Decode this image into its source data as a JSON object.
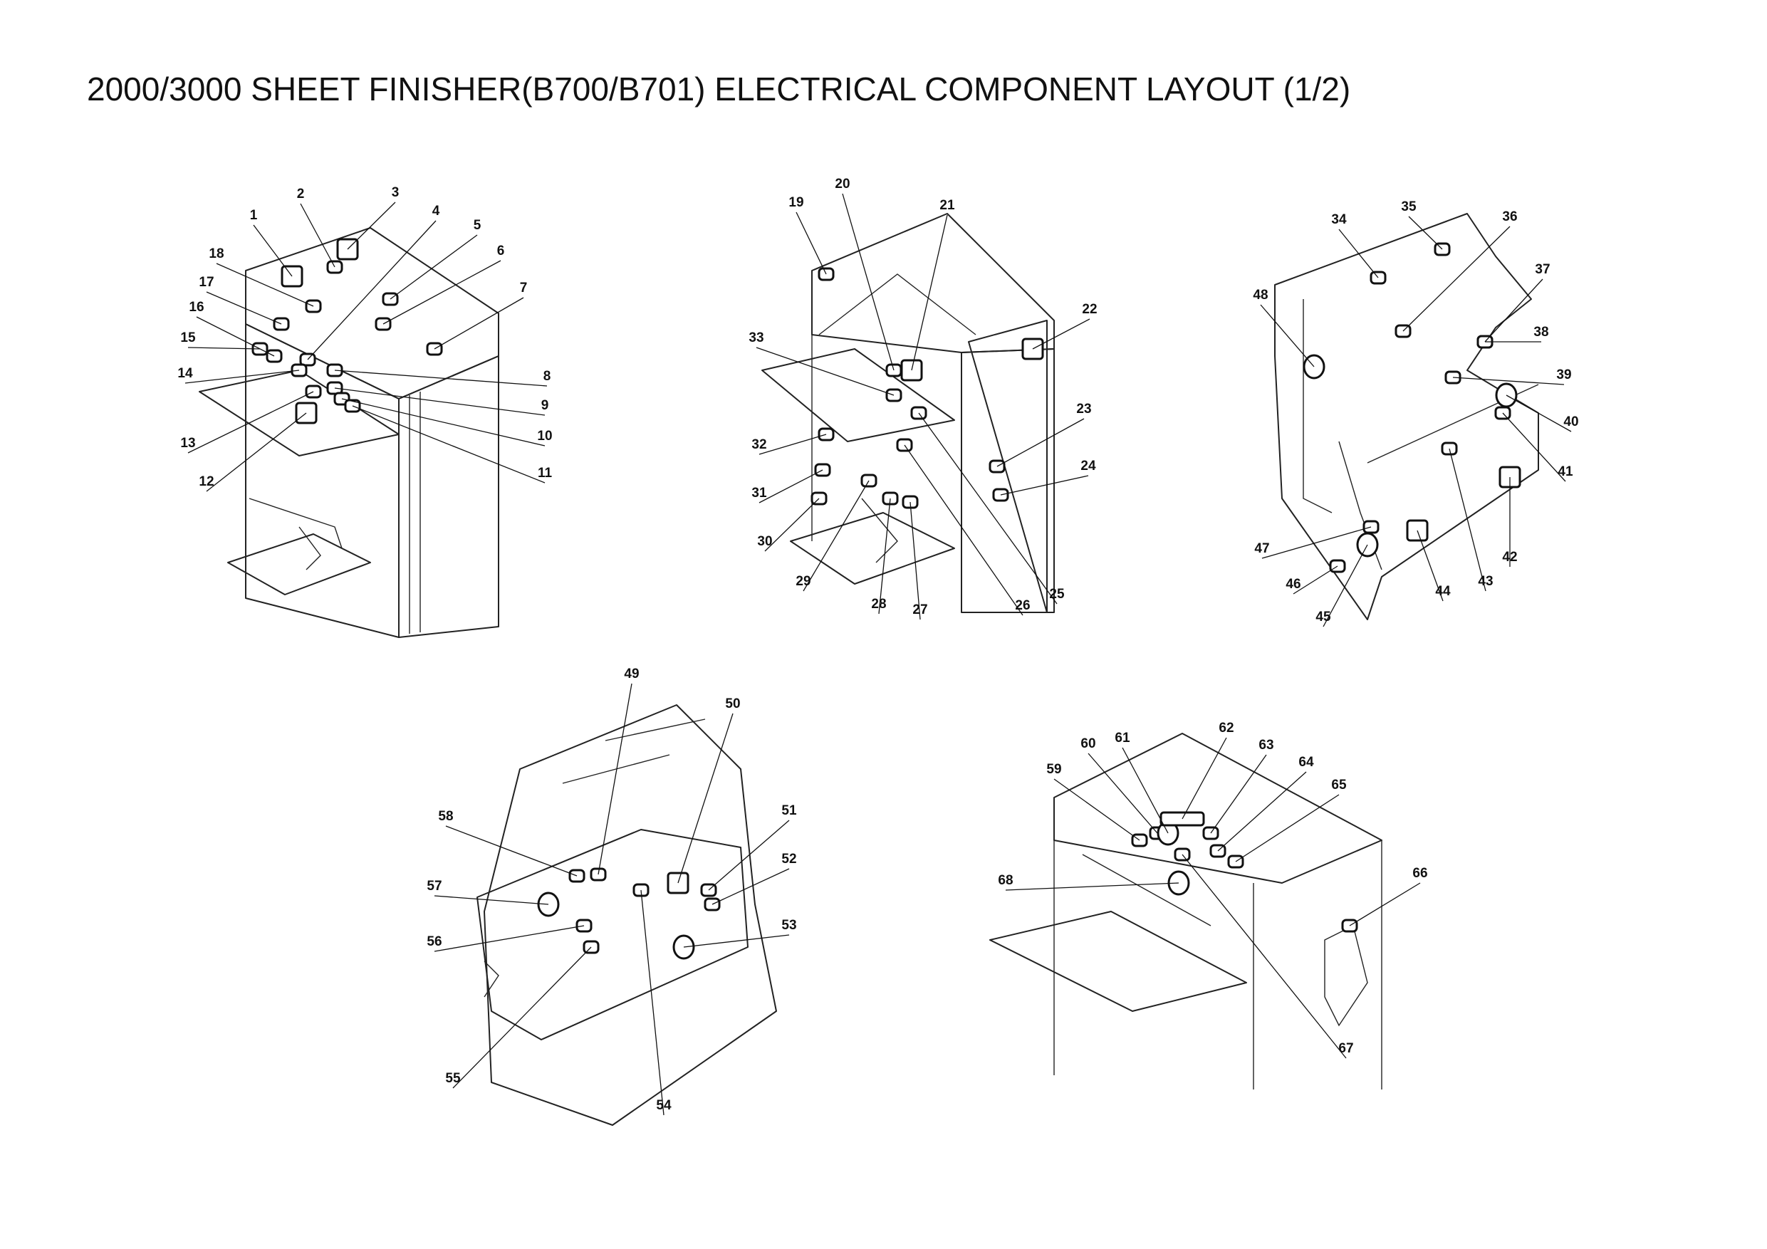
{
  "title": "2000/3000 SHEET FINISHER(B700/B701) ELECTRICAL COMPONENT LAYOUT (1/2)",
  "callouts": [
    "1",
    "2",
    "3",
    "4",
    "5",
    "6",
    "7",
    "8",
    "9",
    "10",
    "11",
    "12",
    "13",
    "14",
    "15",
    "16",
    "17",
    "18",
    "19",
    "20",
    "21",
    "22",
    "23",
    "24",
    "25",
    "26",
    "27",
    "28",
    "29",
    "30",
    "31",
    "32",
    "33",
    "34",
    "35",
    "36",
    "37",
    "38",
    "39",
    "40",
    "41",
    "42",
    "43",
    "44",
    "45",
    "46",
    "47",
    "48",
    "49",
    "50",
    "51",
    "52",
    "53",
    "54",
    "55",
    "56",
    "57",
    "58",
    "59",
    "60",
    "61",
    "62",
    "63",
    "64",
    "65",
    "66",
    "67",
    "68"
  ]
}
